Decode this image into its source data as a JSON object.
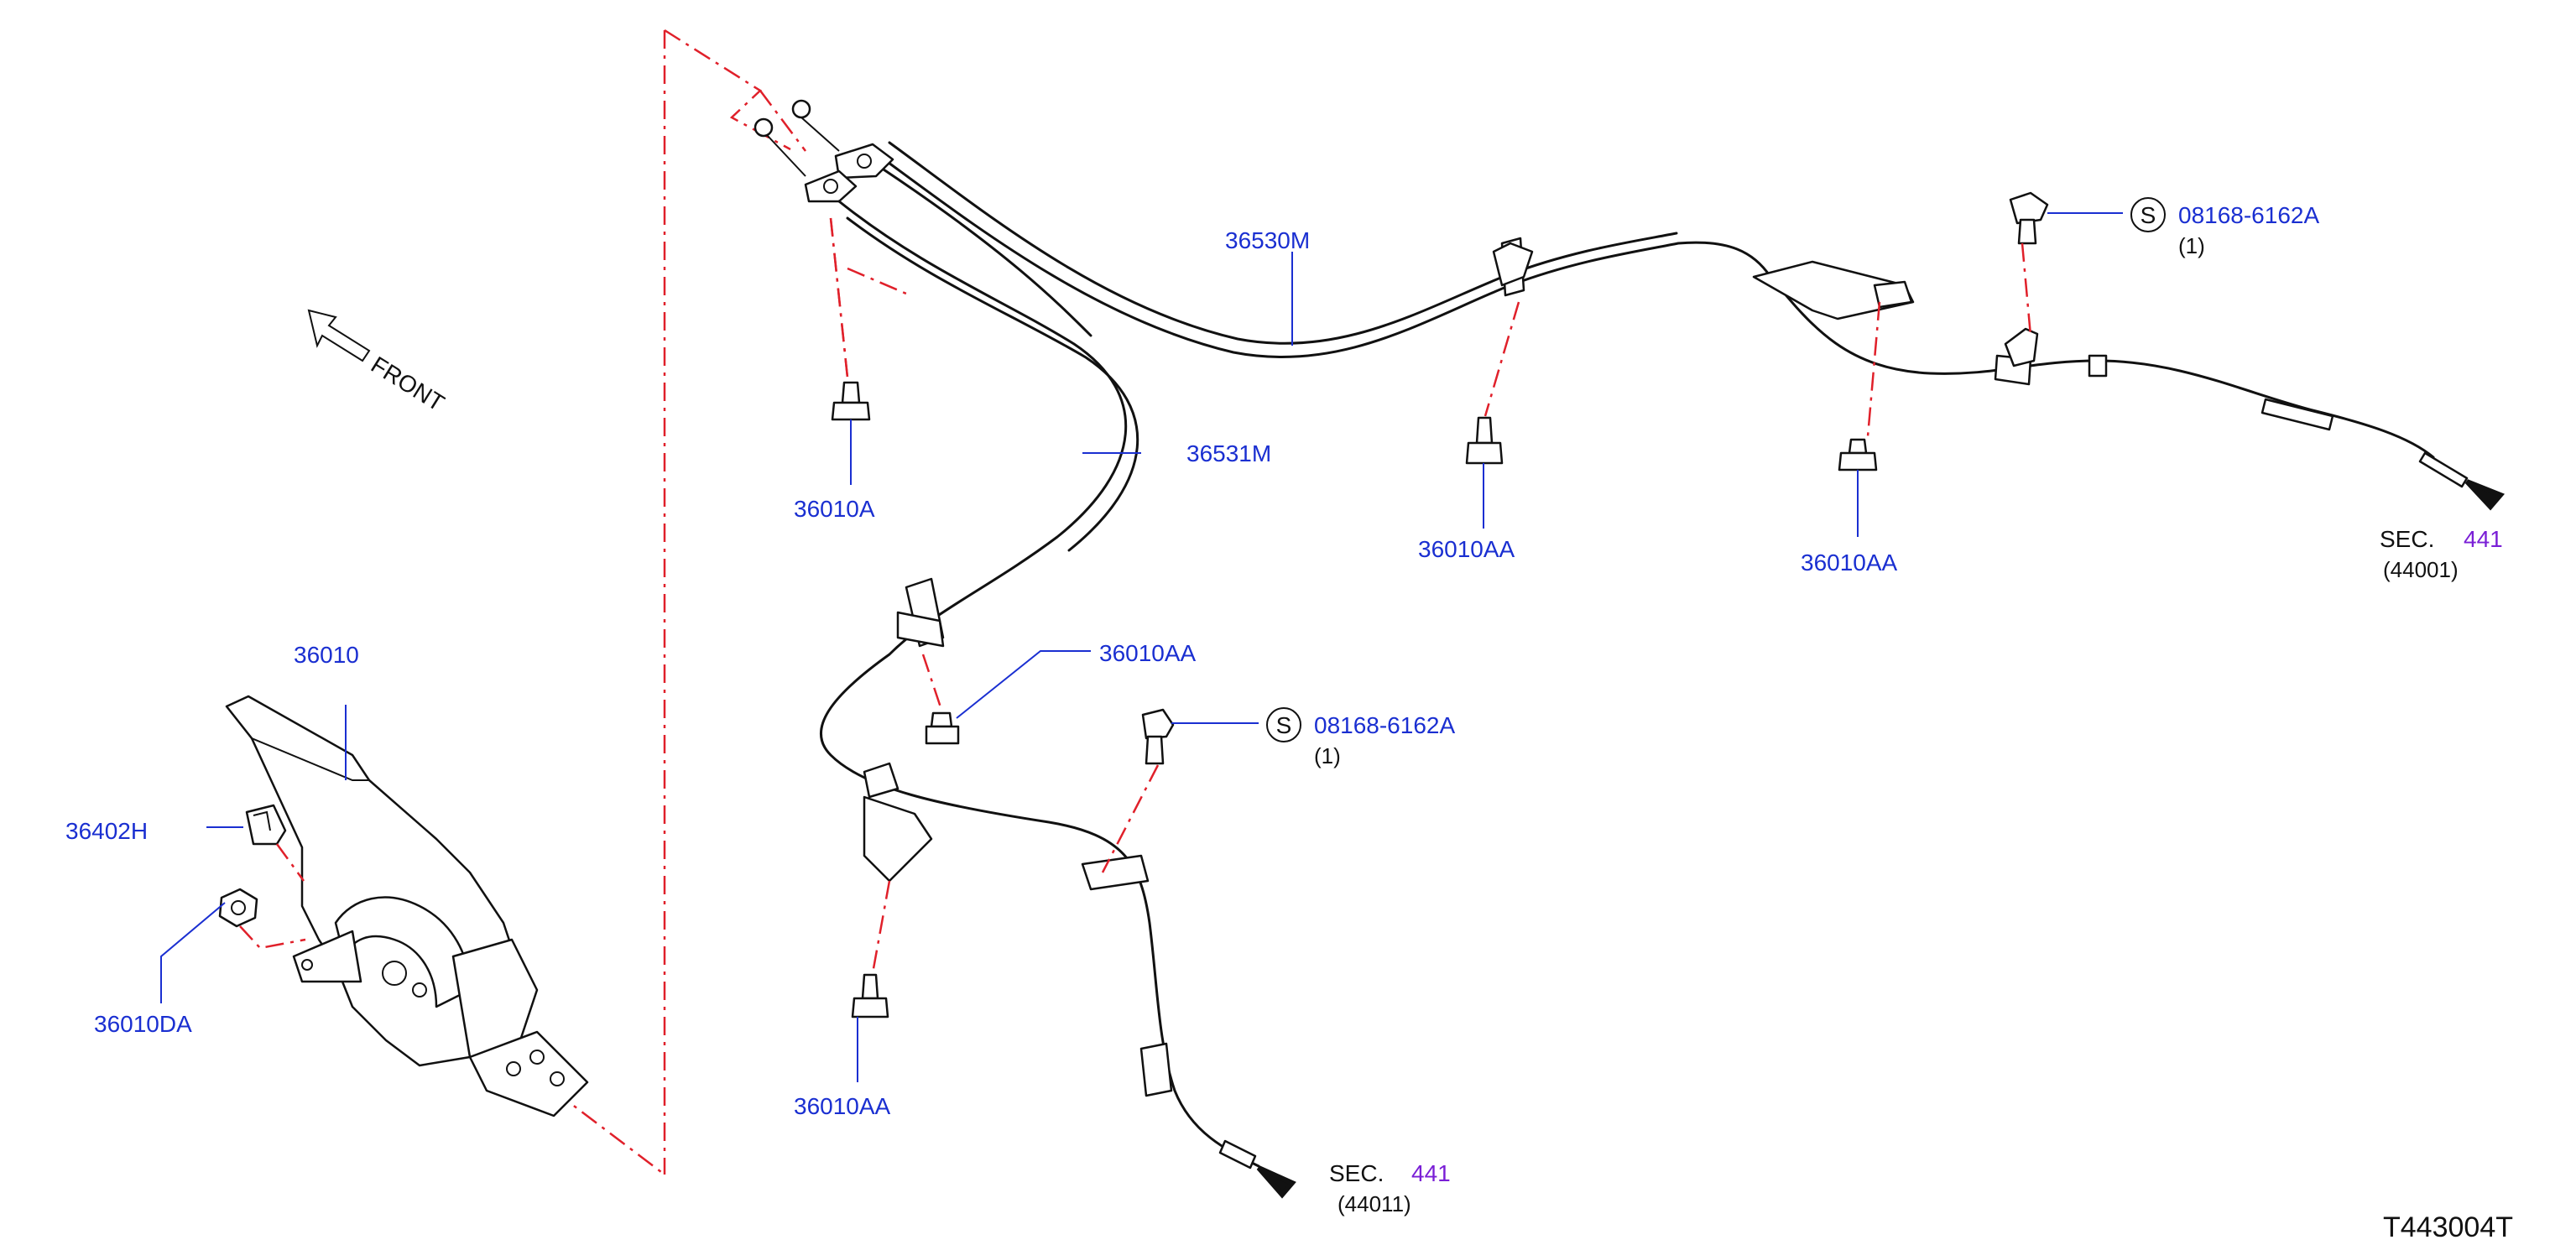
{
  "labels": {
    "lever": "36010",
    "cable_front": "36530M",
    "cable_rear_left": "36531M",
    "knob": "36402H",
    "nut_lever": "36010DA",
    "bolt_a": "36010A",
    "bolt_aa_1": "36010AA",
    "bolt_aa_2": "36010AA",
    "bolt_aa_3": "36010AA",
    "bolt_aa_4": "36010AA"
  },
  "standard_parts": [
    {
      "symbol": "S",
      "number": "08168-6162A",
      "qty": "(1)"
    },
    {
      "symbol": "S",
      "number": "08168-6162A",
      "qty": "(1)"
    }
  ],
  "section_refs": [
    {
      "prefix": "SEC.",
      "section": "441",
      "sub": "(44001)"
    },
    {
      "prefix": "SEC.",
      "section": "441",
      "sub": "(44011)"
    }
  ],
  "direction": {
    "text": "FRONT",
    "icon": "arrow-front-icon"
  },
  "drawing_code": "T443004T",
  "colors": {
    "label_blue": "#1a2fd1",
    "section_purple": "#7a1fd6",
    "dash_red": "#e0202a",
    "line_black": "#111111"
  }
}
